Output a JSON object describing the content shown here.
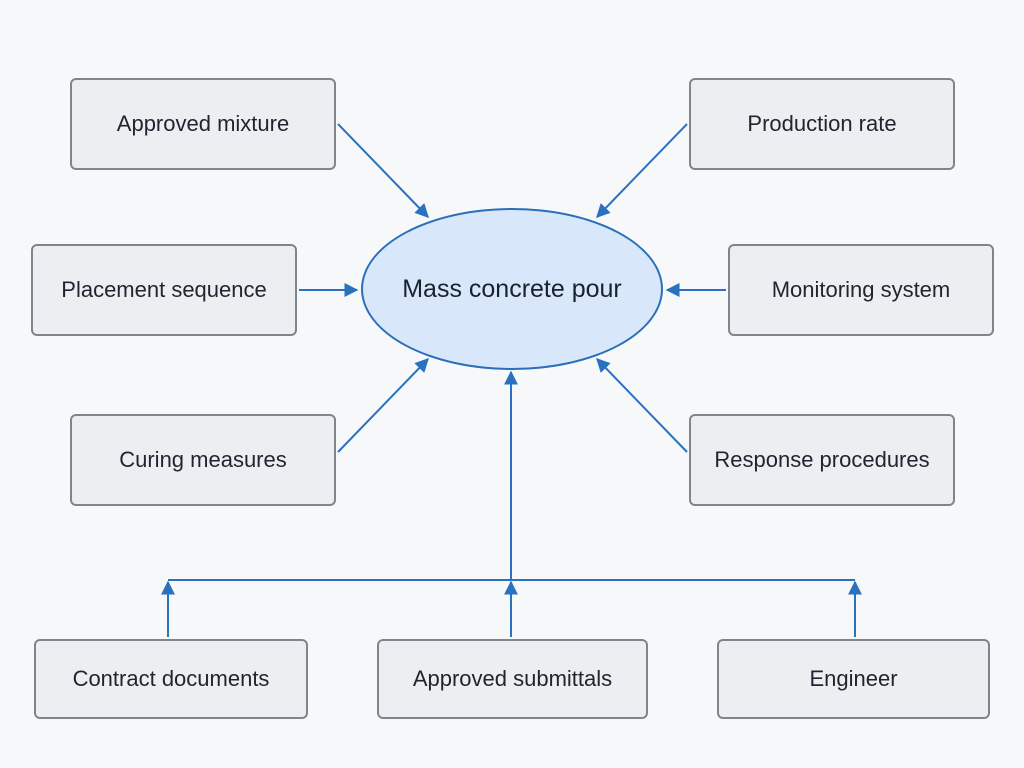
{
  "diagram": {
    "center": {
      "label": "Mass concrete pour"
    },
    "inputs": {
      "approved_mixture": "Approved mixture",
      "production_rate": "Production rate",
      "placement_sequence": "Placement sequence",
      "monitoring_system": "Monitoring system",
      "curing_measures": "Curing measures",
      "response_procedures": "Response procedures"
    },
    "sources": {
      "contract_documents": "Contract documents",
      "approved_submittals": "Approved submittals",
      "engineer": "Engineer"
    },
    "colors": {
      "connector": "#2a72c0",
      "center_fill": "#d8e7fa",
      "center_border": "#2a6fb8",
      "box_fill": "#eceef2",
      "box_border": "#80858c",
      "background": "#f7f8fa"
    }
  }
}
